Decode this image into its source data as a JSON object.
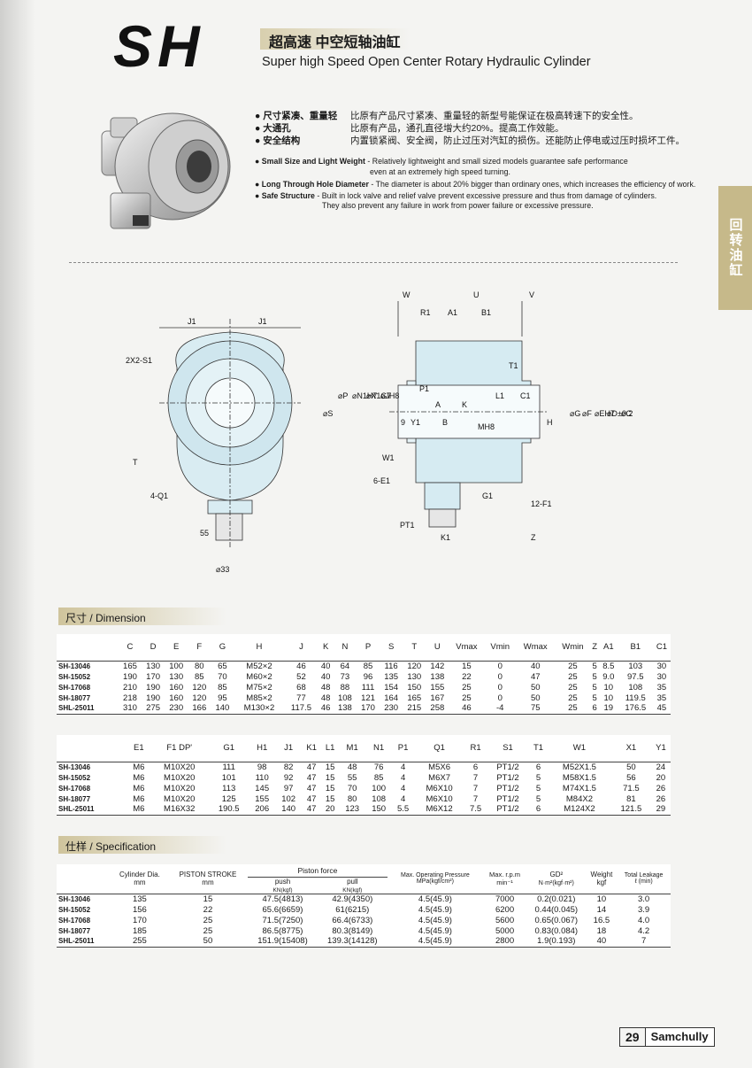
{
  "header": {
    "logo": "SH",
    "title_cn": "超高速  中空短轴油缸",
    "title_en": "Super high Speed Open Center Rotary Hydraulic Cylinder"
  },
  "side_tab": "回转油缸",
  "features_cn": [
    {
      "label": "● 尺寸紧凑、重量轻",
      "text": "比原有产品尺寸紧凑、重量轻的新型号能保证在极高转速下的安全性。"
    },
    {
      "label": "● 大通孔",
      "text": "比原有产品，通孔直径增大约20%。提高工作效能。"
    },
    {
      "label": "● 安全结构",
      "text": "内置锁紧阀、安全阀，防止过压对汽缸的损伤。还能防止停电或过压时损坏工件。"
    }
  ],
  "features_en": [
    {
      "label": "● Small Size and Light Weight",
      "text": " - Relatively lightweight and small sized models guarantee safe performance",
      "cont": "even at an extremely high speed turning."
    },
    {
      "label": "● Long Through Hole Diameter",
      "text": " - The diameter is about 20% bigger than ordinary ones, which increases the efficiency of work.",
      "cont": ""
    },
    {
      "label": "● Safe Structure",
      "text": " - Built in lock valve and relief valve prevent excessive pressure and thus from damage of cylinders.",
      "cont": "They also prevent any failure in work from power failure or excessive pressure."
    }
  ],
  "drawing_labels": {
    "j1": "J1",
    "s1": "2X2-S1",
    "t": "T",
    "q1": "4-Q1",
    "l55": "55",
    "d33": "⌀33",
    "w": "W",
    "u": "U",
    "v": "V",
    "r1": "R1",
    "a1": "A1",
    "b1": "B1",
    "t1": "T1",
    "c1": "C1",
    "p1": "P1",
    "s": "⌀S",
    "p": "⌀P",
    "n1": "⌀N1H7",
    "x1": "⌀X1G7",
    "j": "⌀JH8",
    "l1": "L1",
    "h": "H",
    "g": "⌀G",
    "f": "⌀F",
    "e": "⌀EH7",
    "d": "⌀D±0.2",
    "c": "⌀C",
    "a": "A",
    "k": "K",
    "b": "B",
    "m": "MH8",
    "y1": "Y1",
    "nine": "9",
    "w1": "W1",
    "e1": "6-E1",
    "g1": "G1",
    "f1": "12-F1",
    "pt1": "PT1",
    "k1": "K1",
    "z": "Z"
  },
  "dimension": {
    "heading": "尺寸 / Dimension",
    "table1": {
      "headers": [
        "",
        "C",
        "D",
        "E",
        "F",
        "G",
        "H",
        "J",
        "K",
        "N",
        "P",
        "S",
        "T",
        "U",
        "Vmax",
        "Vmin",
        "Wmax",
        "Wmin",
        "Z",
        "A1",
        "B1",
        "C1"
      ],
      "rows": [
        [
          "SH-13046",
          "165",
          "130",
          "100",
          "80",
          "65",
          "M52×2",
          "46",
          "40",
          "64",
          "85",
          "116",
          "120",
          "142",
          "15",
          "0",
          "40",
          "25",
          "5",
          "8.5",
          "103",
          "30"
        ],
        [
          "SH-15052",
          "190",
          "170",
          "130",
          "85",
          "70",
          "M60×2",
          "52",
          "40",
          "73",
          "96",
          "135",
          "130",
          "138",
          "22",
          "0",
          "47",
          "25",
          "5",
          "9.0",
          "97.5",
          "30"
        ],
        [
          "SH-17068",
          "210",
          "190",
          "160",
          "120",
          "85",
          "M75×2",
          "68",
          "48",
          "88",
          "111",
          "154",
          "150",
          "155",
          "25",
          "0",
          "50",
          "25",
          "5",
          "10",
          "108",
          "35"
        ],
        [
          "SH-18077",
          "218",
          "190",
          "160",
          "120",
          "95",
          "M85×2",
          "77",
          "48",
          "108",
          "121",
          "164",
          "165",
          "167",
          "25",
          "0",
          "50",
          "25",
          "5",
          "10",
          "119.5",
          "35"
        ],
        [
          "SHL-25011",
          "310",
          "275",
          "230",
          "166",
          "140",
          "M130×2",
          "117.5",
          "46",
          "138",
          "170",
          "230",
          "215",
          "258",
          "46",
          "-4",
          "75",
          "25",
          "6",
          "19",
          "176.5",
          "45"
        ]
      ]
    },
    "table2": {
      "headers": [
        "",
        "E1",
        "F1 DP'",
        "G1",
        "H1",
        "J1",
        "K1",
        "L1",
        "M1",
        "N1",
        "P1",
        "Q1",
        "R1",
        "S1",
        "T1",
        "W1",
        "X1",
        "Y1"
      ],
      "rows": [
        [
          "SH-13046",
          "M6",
          "M10X20",
          "111",
          "98",
          "82",
          "47",
          "15",
          "48",
          "76",
          "4",
          "M5X6",
          "6",
          "PT1/2",
          "6",
          "M52X1.5",
          "50",
          "24"
        ],
        [
          "SH-15052",
          "M6",
          "M10X20",
          "101",
          "110",
          "92",
          "47",
          "15",
          "55",
          "85",
          "4",
          "M6X7",
          "7",
          "PT1/2",
          "5",
          "M58X1.5",
          "56",
          "20"
        ],
        [
          "SH-17068",
          "M6",
          "M10X20",
          "113",
          "145",
          "97",
          "47",
          "15",
          "70",
          "100",
          "4",
          "M6X10",
          "7",
          "PT1/2",
          "5",
          "M74X1.5",
          "71.5",
          "26"
        ],
        [
          "SH-18077",
          "M6",
          "M10X20",
          "125",
          "155",
          "102",
          "47",
          "15",
          "80",
          "108",
          "4",
          "M6X10",
          "7",
          "PT1/2",
          "5",
          "M84X2",
          "81",
          "26"
        ],
        [
          "SHL-25011",
          "M6",
          "M16X32",
          "190.5",
          "206",
          "140",
          "47",
          "20",
          "123",
          "150",
          "5.5",
          "M6X12",
          "7.5",
          "PT1/2",
          "6",
          "M124X2",
          "121.5",
          "29"
        ]
      ]
    }
  },
  "specification": {
    "heading": "仕样 / Specification",
    "headers": {
      "cyl": "Cylinder Dia.",
      "cyl_unit": "mm",
      "stroke": "PISTON STROKE",
      "stroke_unit": "mm",
      "force": "Piston force",
      "push": "push",
      "push_unit": "KN(kgf)",
      "pull": "pull",
      "pull_unit": "KN(kgf)",
      "press": "Max. Operating Pressure",
      "press_unit": "MPa(kgf/cm²)",
      "rpm": "Max. r.p.m",
      "rpm_unit": "min⁻¹",
      "gd": "GD²",
      "gd_unit": "N·m²(kgf·m²)",
      "weight": "Weight",
      "weight_unit": "kgf",
      "leak": "Total Leakage",
      "leak_unit": "ℓ (min)"
    },
    "rows": [
      [
        "SH-13046",
        "135",
        "15",
        "47.5(4813)",
        "42.9(4350)",
        "4.5(45.9)",
        "7000",
        "0.2(0.021)",
        "10",
        "3.0"
      ],
      [
        "SH-15052",
        "156",
        "22",
        "65.6(6659)",
        "61(6215)",
        "4.5(45.9)",
        "6200",
        "0.44(0.045)",
        "14",
        "3.9"
      ],
      [
        "SH-17068",
        "170",
        "25",
        "71.5(7250)",
        "66.4(6733)",
        "4.5(45.9)",
        "5600",
        "0.65(0.067)",
        "16.5",
        "4.0"
      ],
      [
        "SH-18077",
        "185",
        "25",
        "86.5(8775)",
        "80.3(8149)",
        "4.5(45.9)",
        "5000",
        "0.83(0.084)",
        "18",
        "4.2"
      ],
      [
        "SHL-25011",
        "255",
        "50",
        "151.9(15408)",
        "139.3(14128)",
        "4.5(45.9)",
        "2800",
        "1.9(0.193)",
        "40",
        "7"
      ]
    ]
  },
  "footer": {
    "page": "29",
    "brand": "Samchully"
  }
}
